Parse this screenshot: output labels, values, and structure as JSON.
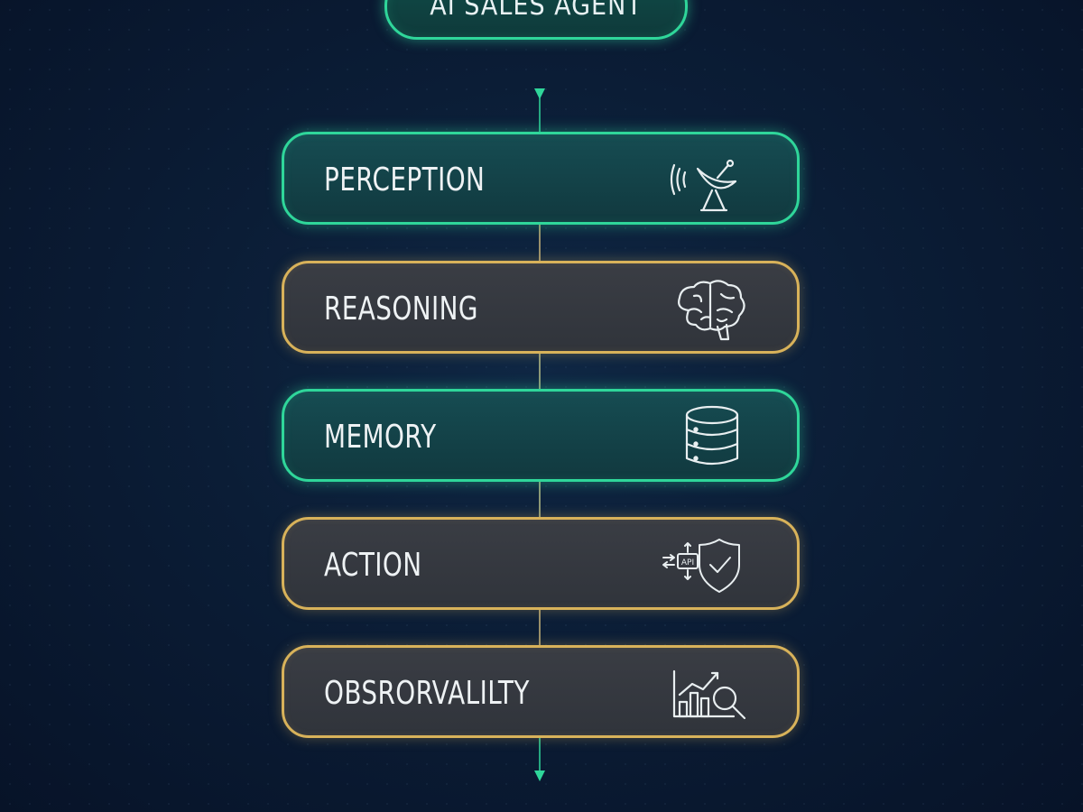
{
  "header": {
    "title": "AI SALES AGENT"
  },
  "layers": [
    {
      "label": "PERCEPTION",
      "icon": "satellite-dish-icon",
      "color": "#2fd69a"
    },
    {
      "label": "REASONING",
      "icon": "brain-icon",
      "color": "#d8b25a"
    },
    {
      "label": "MEMORY",
      "icon": "database-icon",
      "color": "#2fd69a"
    },
    {
      "label": "ACTION",
      "icon": "api-shield-icon",
      "api_text": "API",
      "color": "#d8b25a"
    },
    {
      "label": "OBSRORVALILTY",
      "icon": "chart-magnifier-icon",
      "color": "#d8b25a"
    }
  ],
  "colors": {
    "teal": "#2fd69a",
    "gold": "#d8b25a",
    "background": "#0b1d36"
  }
}
